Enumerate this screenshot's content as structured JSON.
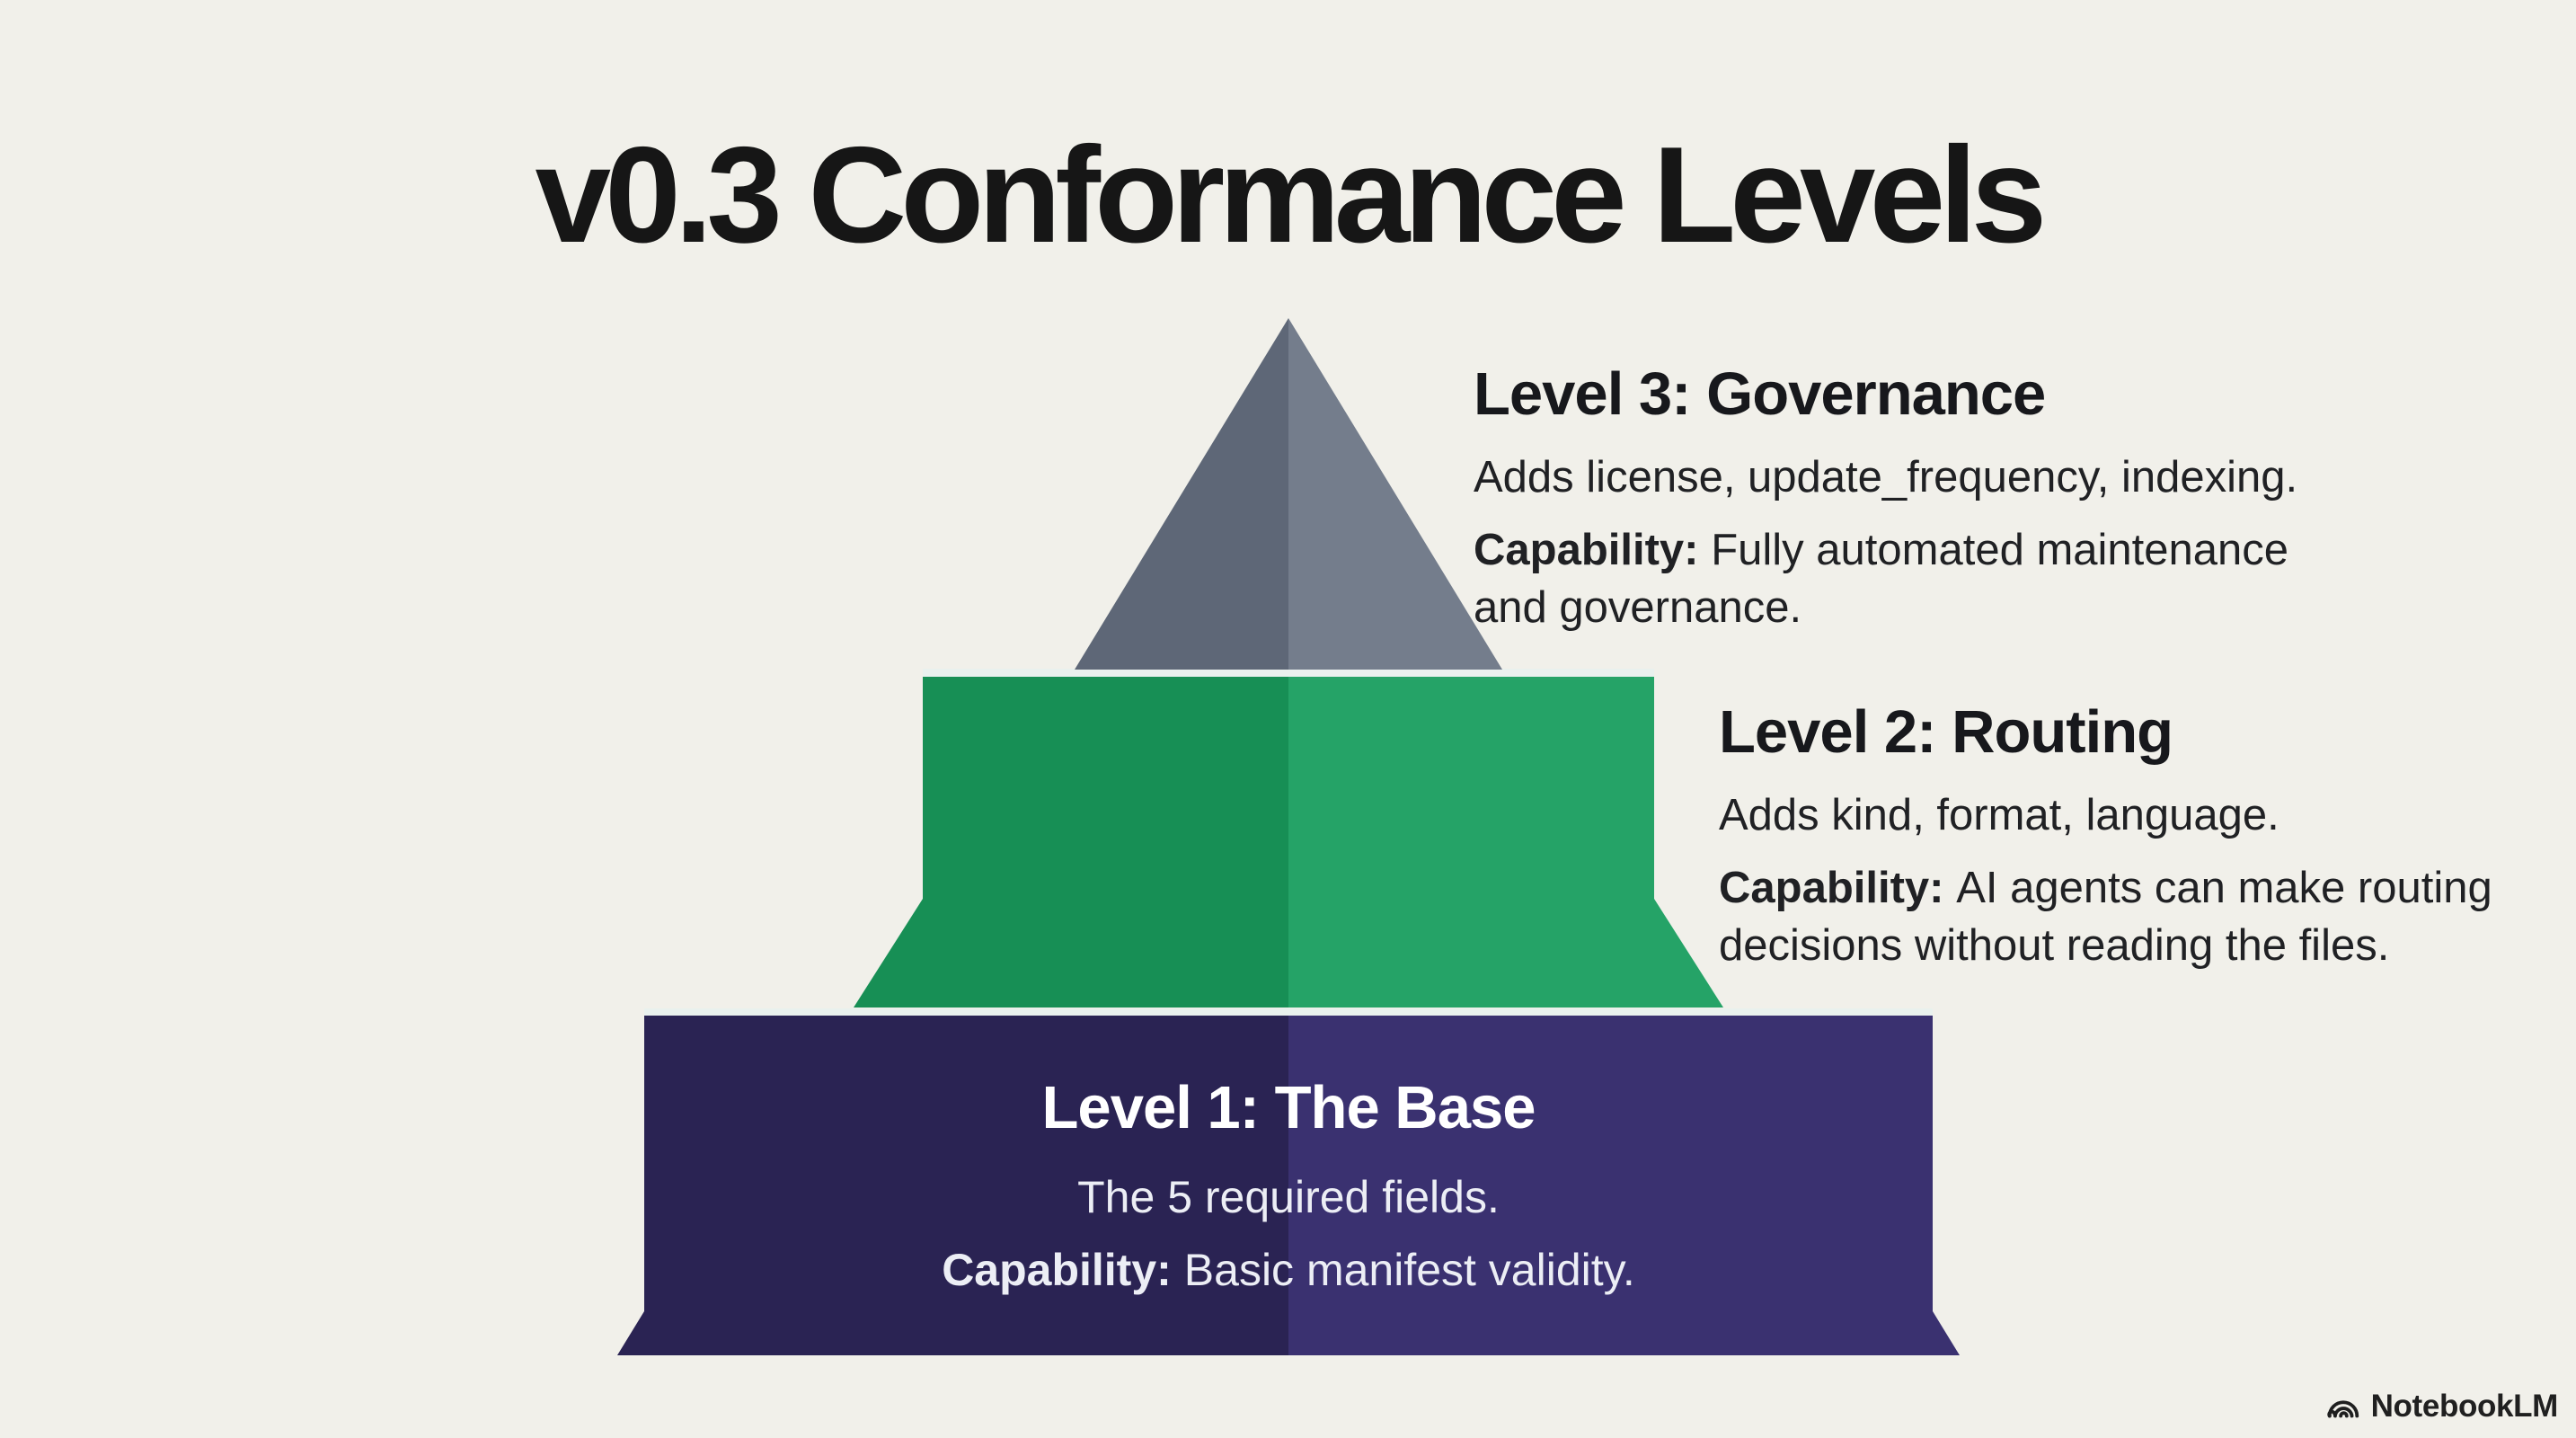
{
  "title": "v0.3 Conformance Levels",
  "background_color": "#f1f0ea",
  "divider_color": "#e9f1ee",
  "levels": [
    {
      "id": "level-3",
      "heading": "Level 3: Governance",
      "adds": "Adds license, update_frequency, indexing.",
      "capability_label": "Capability:",
      "capability_text": "Fully automated maintenance\nand governance.",
      "color_left": "#5e6777",
      "color_right": "#747d8c"
    },
    {
      "id": "level-2",
      "heading": "Level 2: Routing",
      "adds": "Adds kind, format, language.",
      "capability_label": "Capability:",
      "capability_text": "AI agents can make routing\ndecisions without reading the files.",
      "color_left": "#178f55",
      "color_right": "#25a367"
    },
    {
      "id": "level-1",
      "heading": "Level 1: The Base",
      "adds": "The 5 required fields.",
      "capability_label": "Capability:",
      "capability_text": "Basic manifest validity.",
      "color_left": "#2a2353",
      "color_right": "#3a3170"
    }
  ],
  "footer": {
    "brand": "NotebookLM"
  }
}
